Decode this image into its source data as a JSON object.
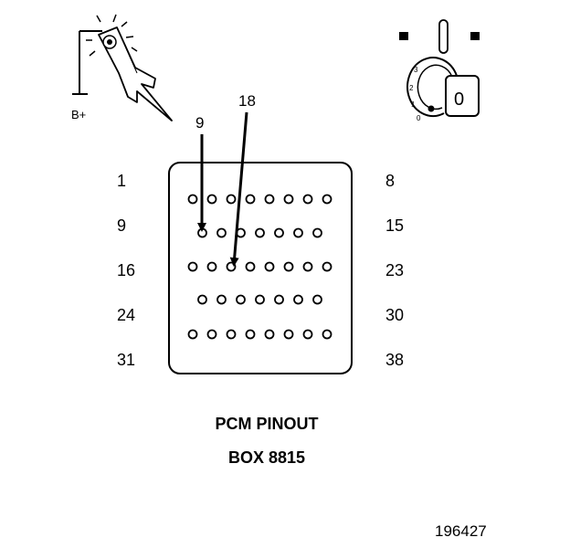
{
  "probe": {
    "supply_label": "B+"
  },
  "ignition": {
    "positions": [
      "3",
      "2",
      "1",
      "0"
    ],
    "key_label": "0"
  },
  "callouts": {
    "upper": "18",
    "lower": "9"
  },
  "connector": {
    "row_start_pins": [
      "1",
      "9",
      "16",
      "24",
      "31"
    ],
    "row_end_pins": [
      "8",
      "15",
      "23",
      "30",
      "38"
    ],
    "rows": [
      {
        "first_pin": 1,
        "count": 8
      },
      {
        "first_pin": 9,
        "count": 7
      },
      {
        "first_pin": 16,
        "count": 8
      },
      {
        "first_pin": 24,
        "count": 7
      },
      {
        "first_pin": 31,
        "count": 8
      }
    ],
    "probed_pins": [
      9,
      18
    ]
  },
  "caption": {
    "line1": "PCM PINOUT",
    "line2": "BOX 8815"
  },
  "figure_number": "196427"
}
